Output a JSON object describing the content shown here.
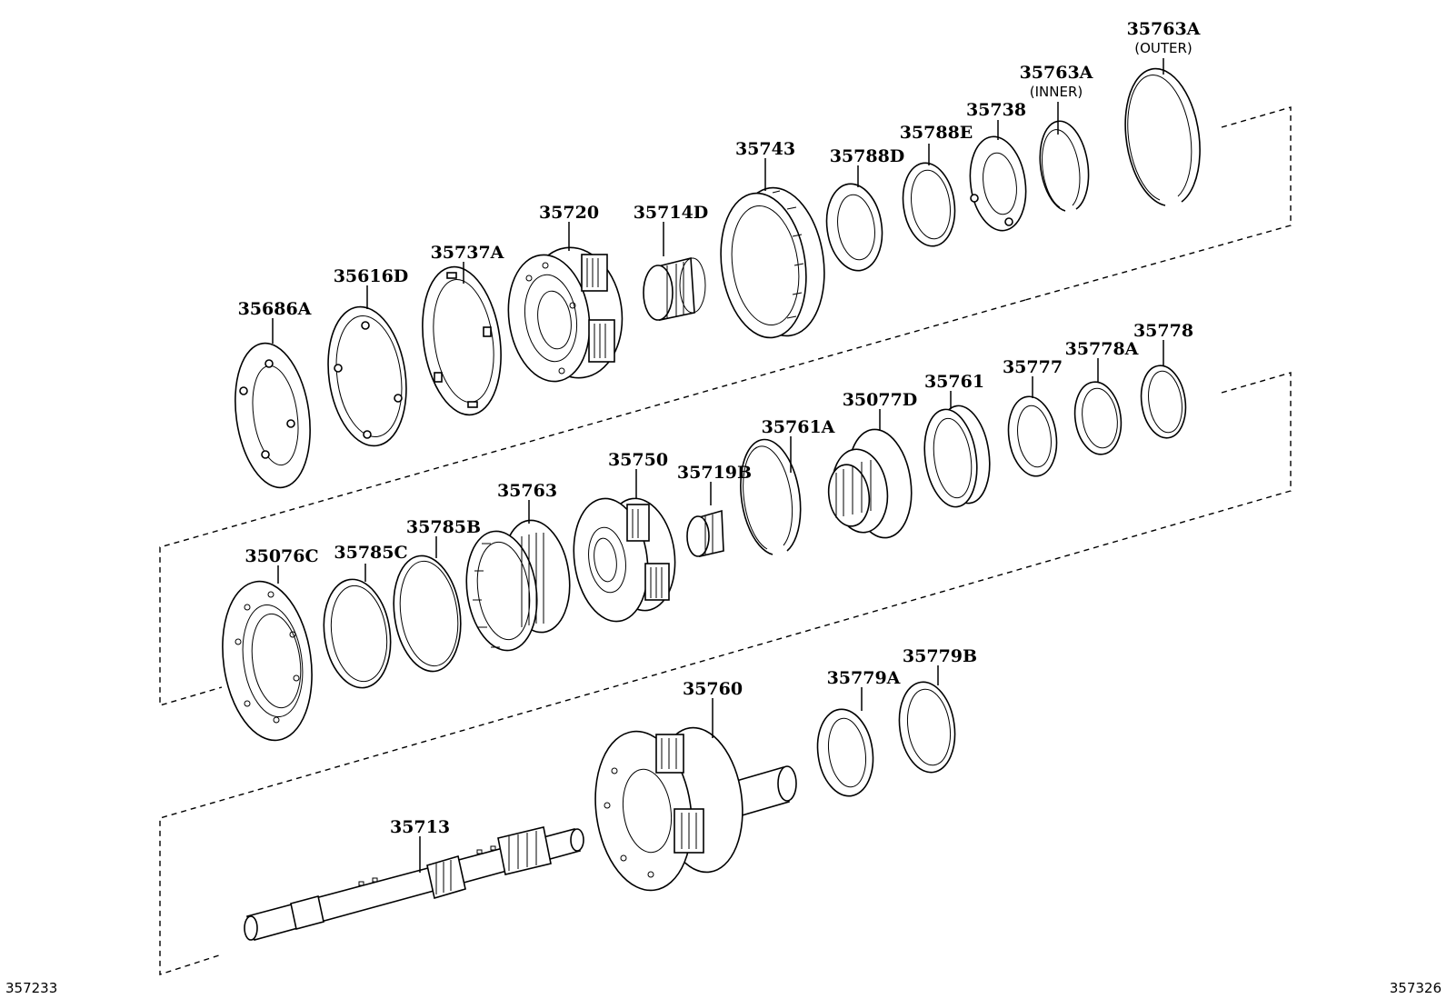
{
  "corner_labels": {
    "left": "357233",
    "right": "357326"
  },
  "callouts": [
    {
      "id": "35763A",
      "sub": "(OUTER)"
    },
    {
      "id": "35763A",
      "sub": "(INNER)"
    },
    {
      "id": "35738"
    },
    {
      "id": "35788E"
    },
    {
      "id": "35788D"
    },
    {
      "id": "35743"
    },
    {
      "id": "35714D"
    },
    {
      "id": "35720"
    },
    {
      "id": "35737A"
    },
    {
      "id": "35616D"
    },
    {
      "id": "35686A"
    },
    {
      "id": "35778"
    },
    {
      "id": "35778A"
    },
    {
      "id": "35777"
    },
    {
      "id": "35761"
    },
    {
      "id": "35077D"
    },
    {
      "id": "35761A"
    },
    {
      "id": "35719B"
    },
    {
      "id": "35750"
    },
    {
      "id": "35763"
    },
    {
      "id": "35785B"
    },
    {
      "id": "35785C"
    },
    {
      "id": "35076C"
    },
    {
      "id": "35779B"
    },
    {
      "id": "35779A"
    },
    {
      "id": "35760"
    },
    {
      "id": "35713"
    }
  ]
}
